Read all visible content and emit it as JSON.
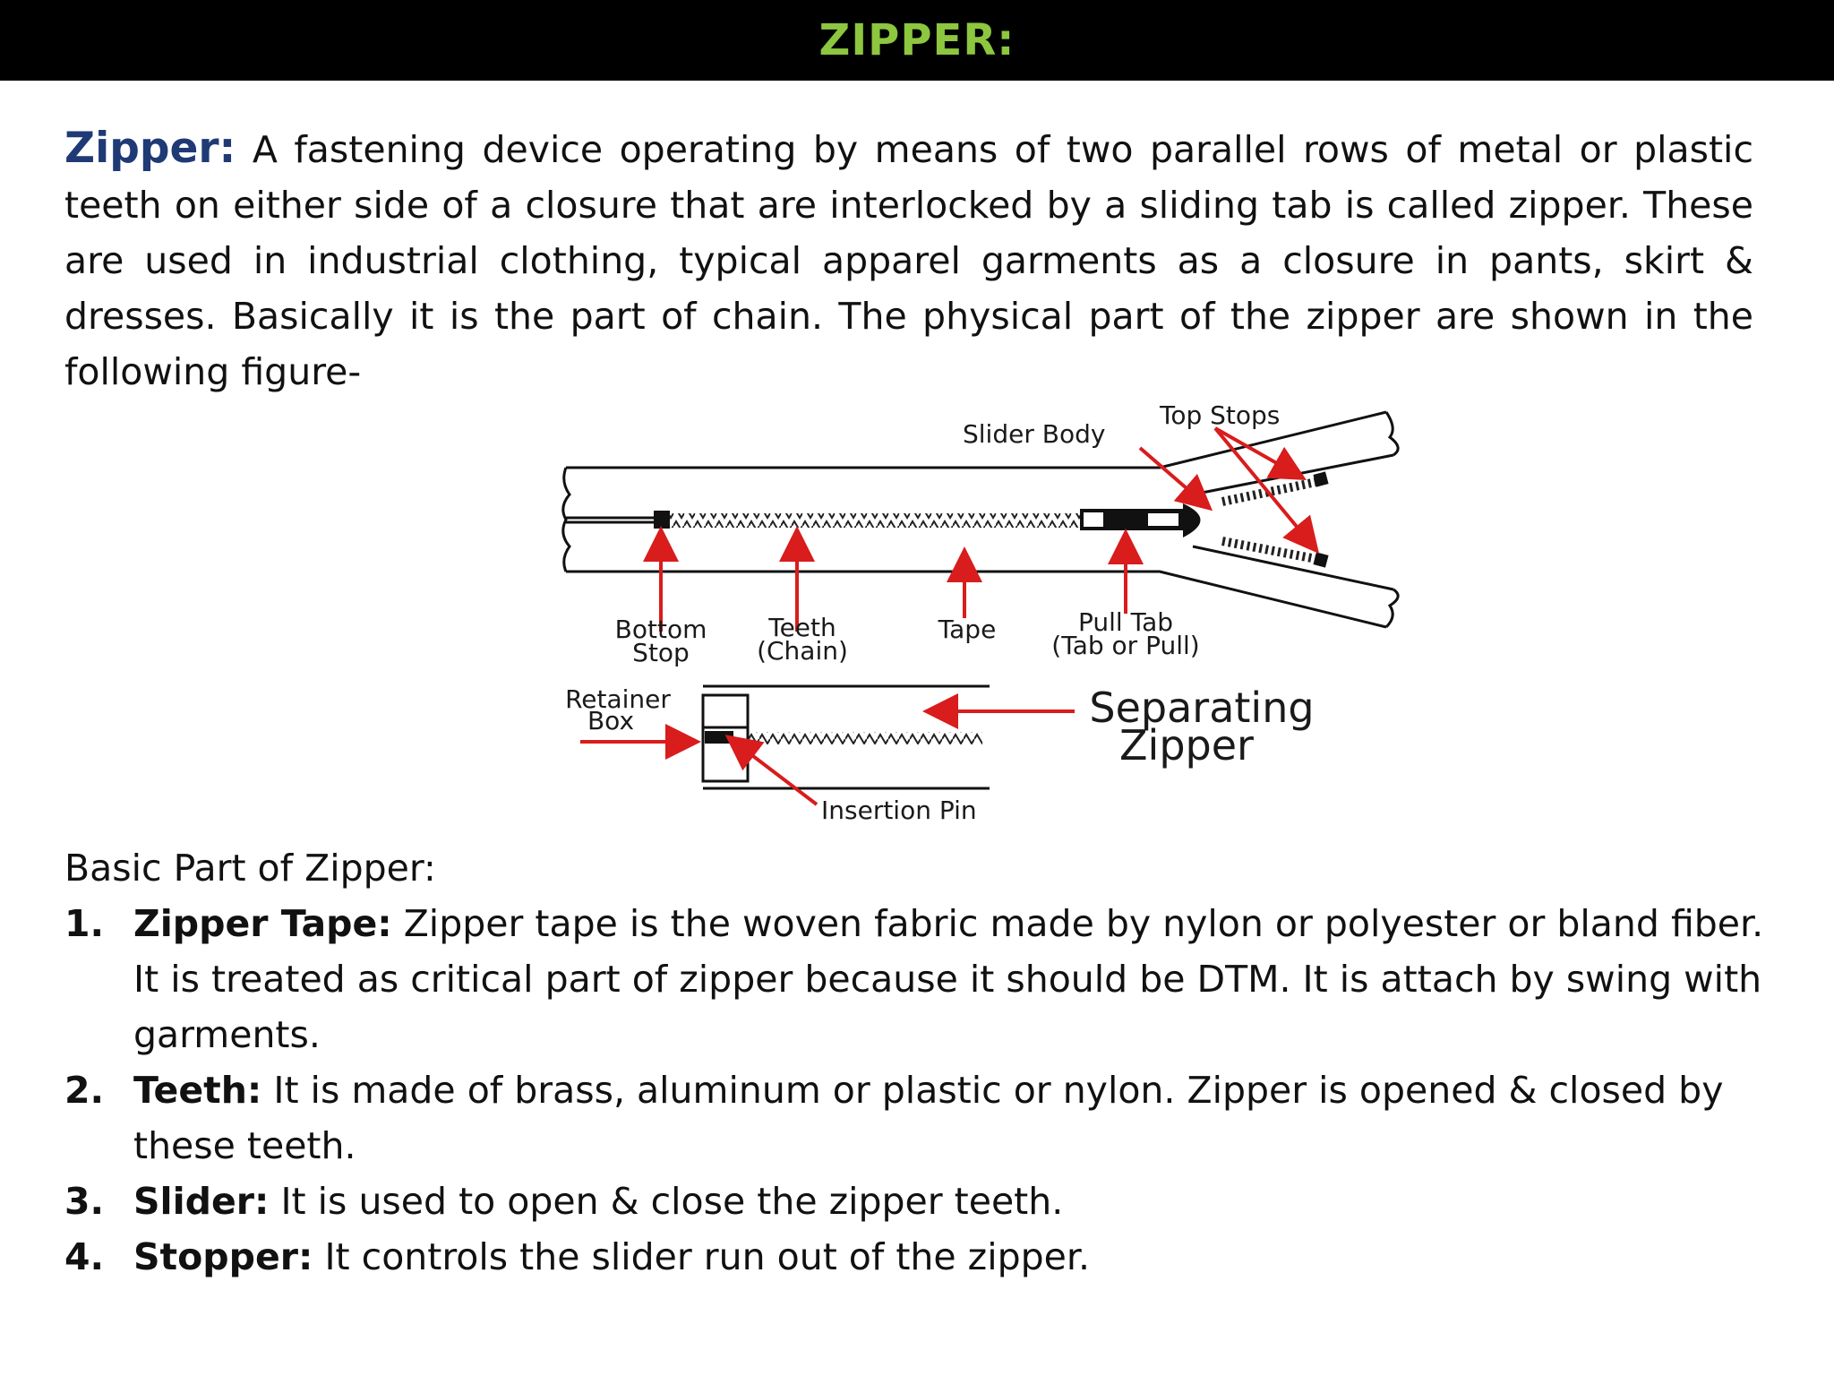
{
  "header": {
    "title": "ZIPPER:"
  },
  "intro": {
    "term": "Zipper:",
    "text": " A fastening device operating by means of two parallel rows of metal or plastic teeth on either side of a closure that are interlocked by a sliding tab is called zipper. These are used in industrial clothing, typical apparel garments as a closure in pants, skirt & dresses. Basically it is the part of chain. The physical part of the zipper are shown in the following figure-"
  },
  "figure": {
    "labels": {
      "top_stops": "Top Stops",
      "slider_body": "Slider Body",
      "bottom_stop_1": "Bottom",
      "bottom_stop_2": "Stop",
      "teeth_1": "Teeth",
      "teeth_2": "(Chain)",
      "tape": "Tape",
      "pull_tab_1": "Pull Tab",
      "pull_tab_2": "(Tab or Pull)",
      "retainer_box_1": "Retainer",
      "retainer_box_2": "Box",
      "separating_1": "Separating",
      "separating_2": "Zipper",
      "insertion_pin": "Insertion Pin"
    },
    "colors": {
      "arrow": "#d91c1c",
      "line": "#111111"
    }
  },
  "basic": {
    "heading": "Basic Part of Zipper:"
  },
  "parts": [
    {
      "num": "1.",
      "label": "Zipper Tape:",
      "text": " Zipper tape is the woven fabric made by nylon or polyester or bland fiber. It is treated as critical part of zipper because it should be DTM. It is attach by swing with garments."
    },
    {
      "num": "2.",
      "label": "Teeth:",
      "text": " It is made of brass, aluminum or plastic or nylon. Zipper is opened & closed by these teeth."
    },
    {
      "num": "3.",
      "label": "Slider:",
      "text": " It is used to open & close the zipper teeth."
    },
    {
      "num": "4.",
      "label": "Stopper:",
      "text": " It controls the slider run out of the zipper."
    }
  ]
}
